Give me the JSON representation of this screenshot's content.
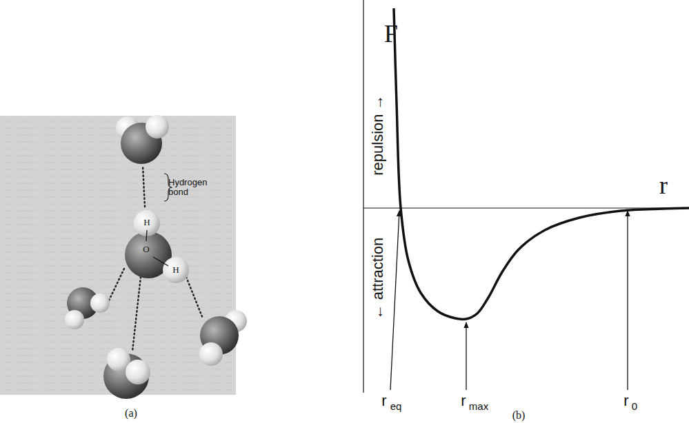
{
  "diagram": {
    "labels": [
      "Hydrogen bond",
      "H",
      "O",
      "H",
      "(a)",
      "F",
      "repulsion →",
      "← attraction",
      "r",
      "r",
      "eq",
      "r",
      "max",
      "r",
      "0",
      "(b)"
    ]
  }
}
